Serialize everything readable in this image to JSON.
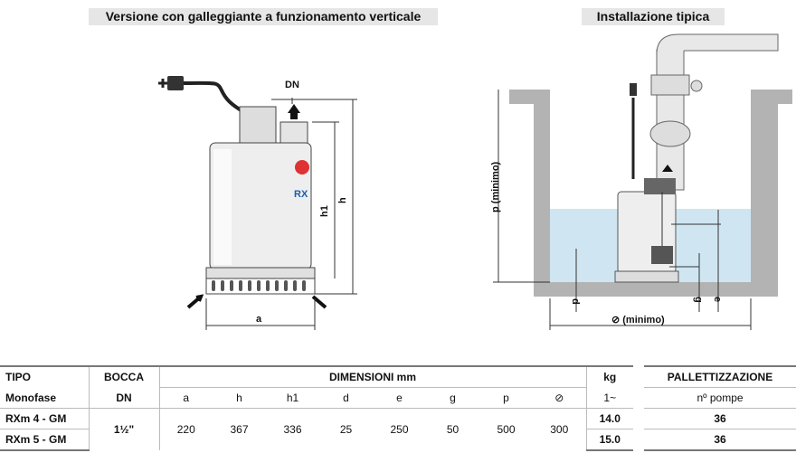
{
  "headers": {
    "left": "Versione con galleggiante a funzionamento verticale",
    "right": "Installazione tipica"
  },
  "diagram_left": {
    "dn": "DN",
    "h1": "h1",
    "h": "h",
    "a": "a"
  },
  "diagram_right": {
    "p": "p (minimo)",
    "d": "d",
    "g": "g",
    "e": "e",
    "diam": "⊘ (minimo)"
  },
  "table": {
    "h1": {
      "tipo": "TIPO",
      "bocca": "BOCCA",
      "dim": "DIMENSIONI mm",
      "kg": "kg"
    },
    "h2": {
      "tipo": "Monofase",
      "bocca": "DN",
      "cols": [
        "a",
        "h",
        "h1",
        "d",
        "e",
        "g",
        "p",
        "⊘"
      ],
      "kg": "1~"
    },
    "rows": [
      {
        "tipo": "RXm 4 - GM",
        "kg": "14.0"
      },
      {
        "tipo": "RXm 5 - GM",
        "kg": "15.0"
      }
    ],
    "bocca": "1½\"",
    "dims": [
      "220",
      "367",
      "336",
      "25",
      "250",
      "50",
      "500",
      "300"
    ]
  },
  "pallet": {
    "title": "PALLETTIZZAZIONE",
    "sub": "nº pompe",
    "values": [
      "36",
      "36"
    ]
  },
  "colors": {
    "water": "#cfe6f2",
    "wall": "#b3b3b3",
    "header_bg": "#e6e6e6"
  }
}
